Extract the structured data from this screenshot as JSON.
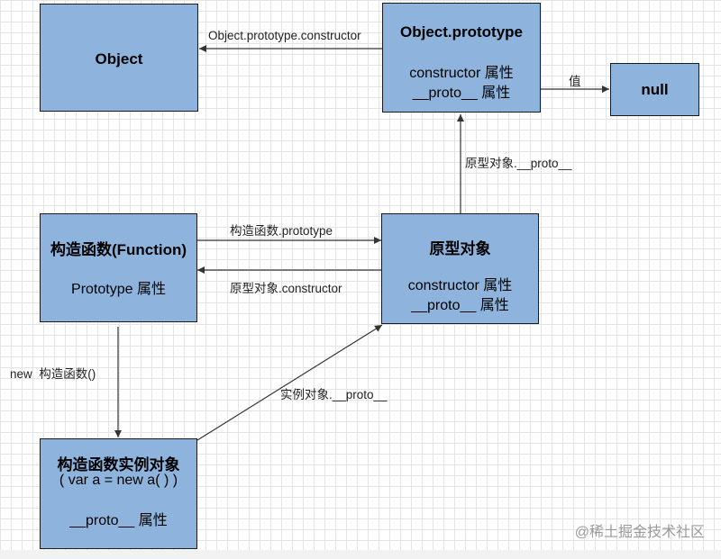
{
  "boxes": {
    "object": {
      "title": "Object"
    },
    "object_prototype": {
      "title": "Object.prototype",
      "line1": "constructor 属性",
      "line2": "__proto__ 属性"
    },
    "null_box": {
      "title": "null"
    },
    "function": {
      "title": "构造函数(Function)",
      "line1": "Prototype 属性"
    },
    "prototype_object": {
      "title": "原型对象",
      "line1": "constructor 属性",
      "line2": "__proto__ 属性"
    },
    "instance": {
      "title": "构造函数实例对象",
      "line1": "( var a = new a( ) )",
      "line2": "__proto__ 属性"
    }
  },
  "edges": {
    "op_constructor": "Object.prototype.constructor",
    "value": "值",
    "proto_to_op": "原型对象.__proto__",
    "fn_prototype": "构造函数.prototype",
    "proto_constructor": "原型对象.constructor",
    "new_fn": "new  构造函数()",
    "instance_proto": "实例对象.__proto__"
  },
  "watermark": "@稀土掘金技术社区",
  "colors": {
    "box_fill": "#8eb4dd",
    "border": "#1a1a1a",
    "grid": "#e4e4e4"
  }
}
